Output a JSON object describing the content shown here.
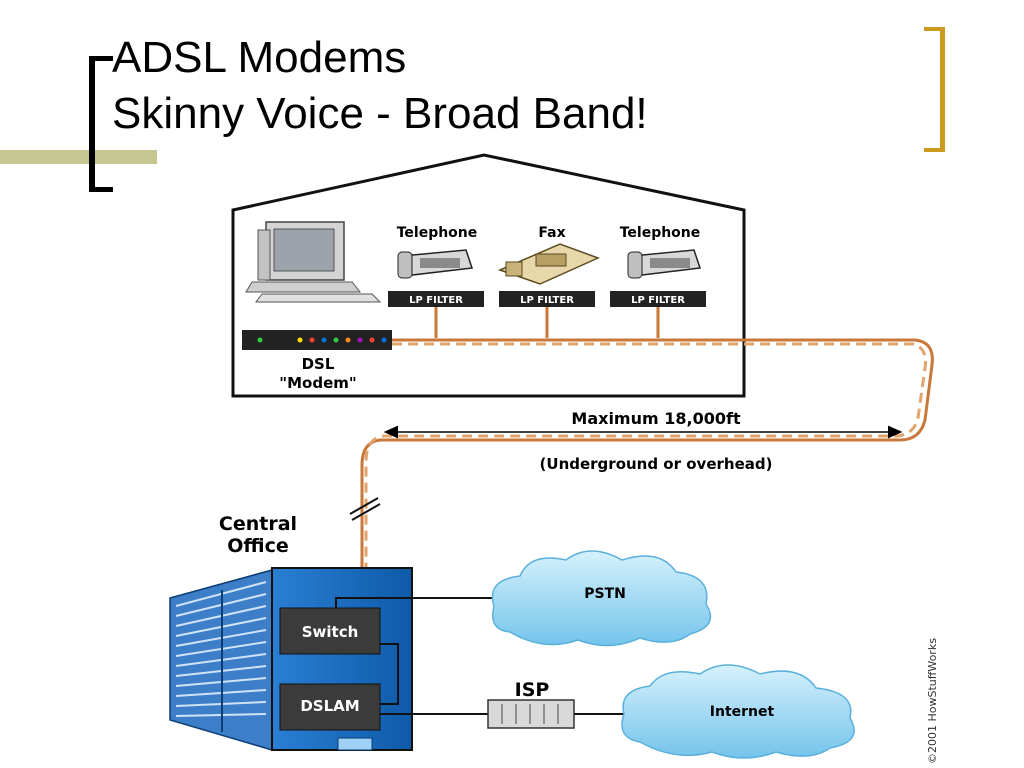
{
  "title": {
    "line1": "ADSL Modems",
    "line2": "Skinny Voice - Broad Band!"
  },
  "house": {
    "devices": [
      "Telephone",
      "Fax",
      "Telephone"
    ],
    "filter_label": "LP FILTER",
    "modem_label_line1": "DSL",
    "modem_label_line2": "\"Modem\""
  },
  "line": {
    "distance": "Maximum 18,000ft",
    "note": "(Underground or overhead)"
  },
  "central_office": {
    "line1": "Central",
    "line2": "Office",
    "switch": "Switch",
    "dslam": "DSLAM"
  },
  "networks": {
    "pstn": "PSTN",
    "isp": "ISP",
    "internet": "Internet"
  },
  "credit": "©2001 HowStuffWorks",
  "colors": {
    "accent_bar": "#c6c690",
    "right_bracket": "#cc9a1c",
    "cable": "#c8783a",
    "cloud": "#8fd3f3",
    "building": "#1b72c8"
  }
}
